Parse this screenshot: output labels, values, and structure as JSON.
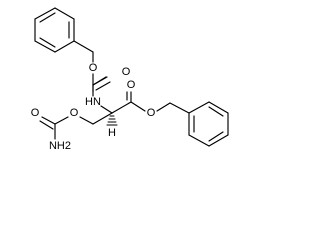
{
  "molecule": {
    "atom_labels": {
      "o_benzyl_ether_top": "O",
      "o_carbamate_carbonyl_top": "O",
      "nh": "HN",
      "o_ester_carbonyl": "O",
      "o_ester_single": "O",
      "o_carbamate_ether": "O",
      "o_carbamate_carbonyl_bottom": "O",
      "nh2": "NH2"
    },
    "stereo": {
      "hydrogen": "H"
    }
  }
}
